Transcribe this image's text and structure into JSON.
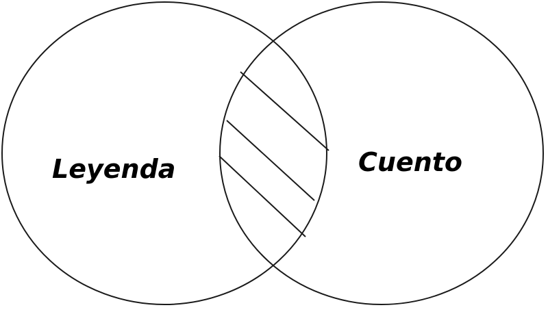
{
  "diagram": {
    "type": "venn",
    "sets": [
      {
        "label": "Leyenda",
        "position": "left"
      },
      {
        "label": "Cuento",
        "position": "right"
      }
    ],
    "intersection": {
      "style": "hatched",
      "hatch_lines": 3
    },
    "colors": {
      "stroke": "#1a1a1a",
      "background": "#ffffff",
      "text": "#000000"
    }
  }
}
